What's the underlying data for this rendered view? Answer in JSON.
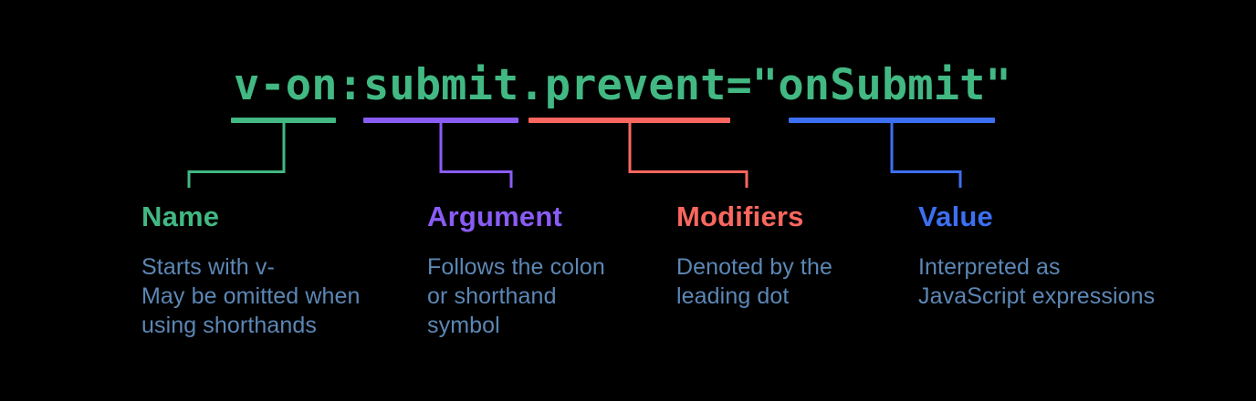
{
  "colors": {
    "background": "#000000",
    "code": "#42b883",
    "description": "#5c87b5",
    "green": "#42b883",
    "purple": "#8a5cf6",
    "red": "#fb675f",
    "blue": "#3d6ff2"
  },
  "code": {
    "text": "v-on:submit.prevent=\"onSubmit\""
  },
  "sections": [
    {
      "key": "name",
      "label": "Name",
      "color": "#42b883",
      "code_part": "v-on",
      "description": "Starts with v-\nMay be omitted when\nusing shorthands"
    },
    {
      "key": "argument",
      "label": "Argument",
      "color": "#8a5cf6",
      "code_part": "submit",
      "description": "Follows the colon\nor shorthand\nsymbol"
    },
    {
      "key": "modifiers",
      "label": "Modifiers",
      "color": "#fb675f",
      "code_part": ".prevent",
      "description": "Denoted by the\nleading dot"
    },
    {
      "key": "value",
      "label": "Value",
      "color": "#3d6ff2",
      "code_part": "onSubmit",
      "description": "Interpreted as\nJavaScript expressions"
    }
  ]
}
